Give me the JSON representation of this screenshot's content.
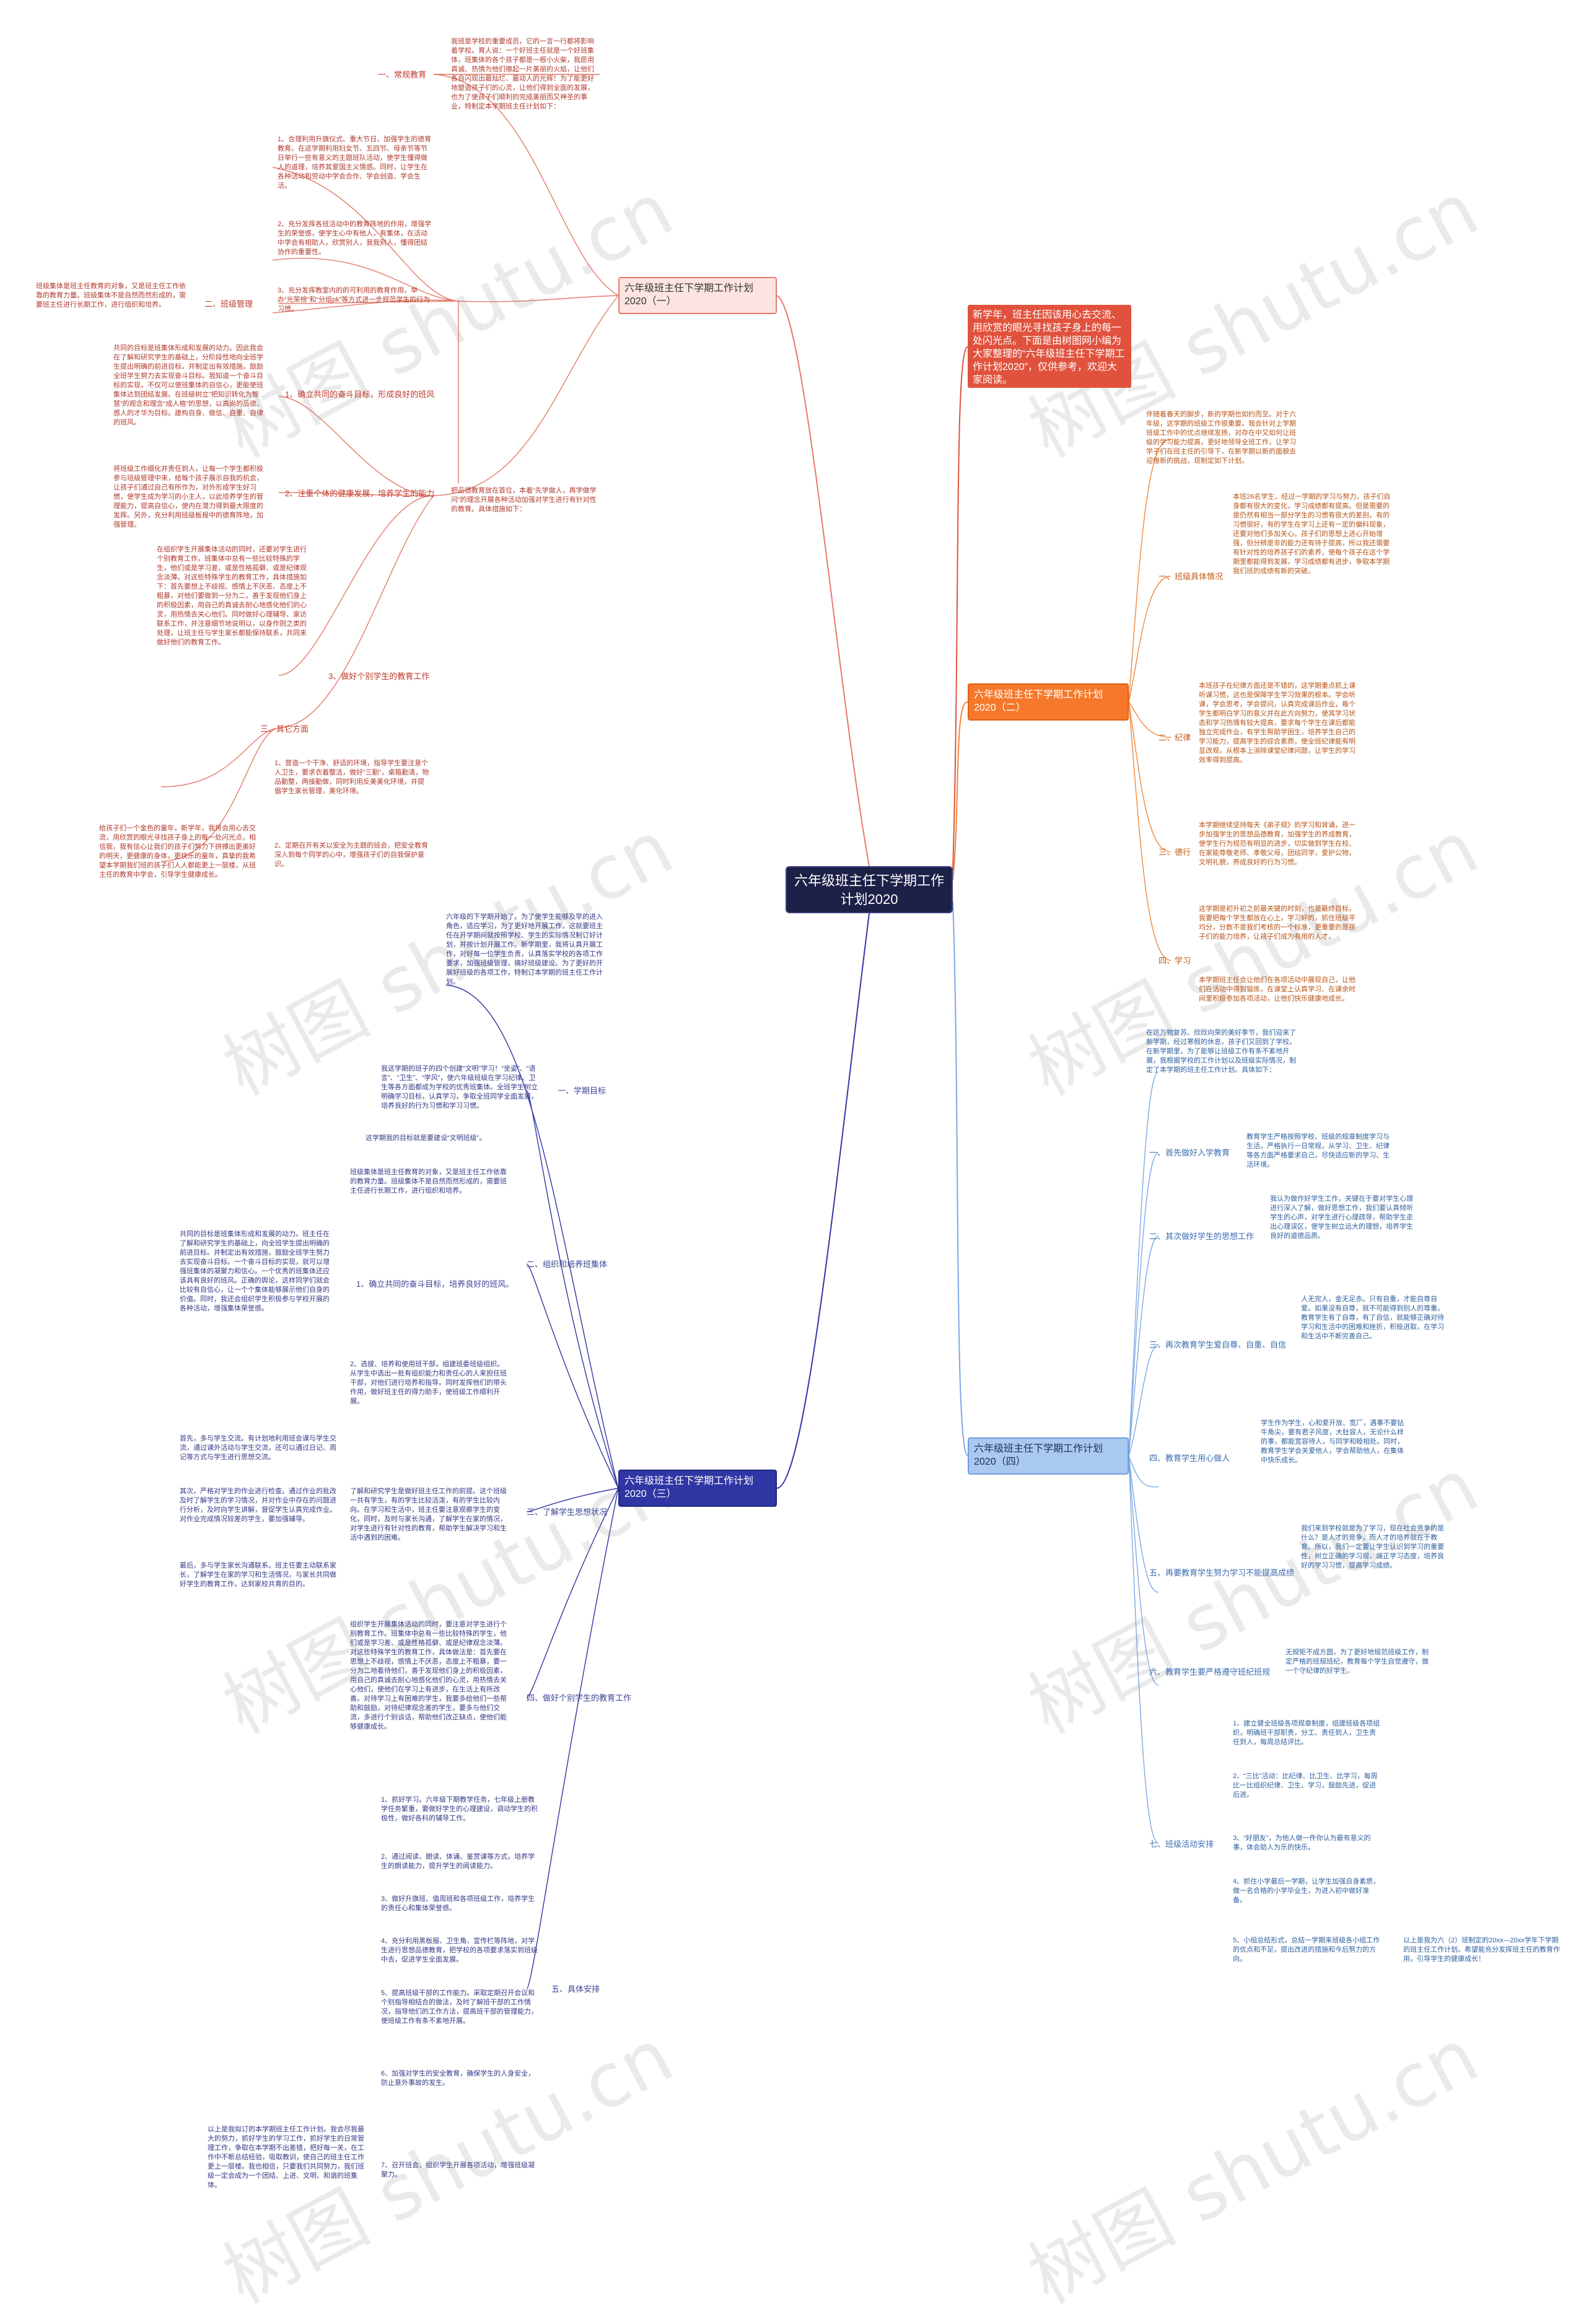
{
  "center": "六年级班主任下学期工作计划2020",
  "intro": "新学年，班主任因该用心去交流、用欣赏的眼光寻找孩子身上的每一处闪光点。下面是由树图网小编为大家整理的“六年级班主任下学期工作计划2020”，仅供参考，欢迎大家阅读。",
  "watermark": "树图 shutu.cn",
  "branches": {
    "b1": {
      "title": "六年级班主任下学期工作计划2020（一）",
      "s_zhuti": "把品德教育放在首位，本着“先学做人，再学做学问”的理念开展各种活动加强对学生进行有针对性的教育。具体措施如下：",
      "s_changgui": "一、常规教育",
      "t_changgui": "我班是学校的重要成员，它的一言一行都将影响着学校。育人说：一个好班主任就是一个好班集体，班集体的各个孩子都是一根小火柴，我愿用真诚、热情为他们擦起一片美丽的火焰，让他们各自闪现出最灿烂、最动人的光辉！为了能更好地塑造孩子们的心灵，让他们得到全面的发展，也为了使孩子们顺利的完成美丽而又神圣的事业，特制定本学期班主任计划如下：",
      "s_banji": "二、班级管理",
      "t_banji": "班级集体是班主任教育的对象，又是班主任工作依靠的教育力量。班级集体不是自然而然形成的，需要班主任进行长期工作，进行组织和培养。",
      "s_1": "1、确立共同的奋斗目标，形成良好的班风",
      "t_1": "共同的目标是班集体形成和发展的动力。因此我会在了解和研究学生的基础上，分阶段性地向全班学生提出明确的前进目标。并制定出有效措施。鼓励全班学生努力去实现奋斗目标。我知道一个奋斗目标的实现，不仅可以使班集体的自信心，更能使班集体达到团结发展。在班级树立“把知识转化为智慧”的观念和理念“成人格”的思想，以高尚的品德、感人的才华为目标。建构自身、做信、自重、自律的班风。",
      "s_1a": "1、合理利用升旗仪式、重大节日、加强学生的德育教育。在这学期利用妇女节、五四节、母亲节等节日举行一些有意义的主题班队活动，使学生懂得做人的道理，培养其爱国主义情感。同时，让学生在各种活动和劳动中学会合作、学会创造、学会生活。",
      "s_1b": "2、充分发挥各班活动中的教育阵地的作用，增强学生的荣誉感，使学生心中有他人，有集体，在活动中学会有相助人，欣赏别人，我我别人，懂得团结协作的重要性。",
      "s_1c": "3、充分发挥教室内的的可利用的教育作用，举办“光荣榜”和“分组pk”等方式进一步规范学生的行为习惯。",
      "s_2": "2、注重个体的健康发展，培养学生的能力",
      "t_2": "将班级工作细化并责任到人，让每一个学生都积极参与班级管理中来，给每个孩子展示自我的机会，让孩子们通过自己有所作为，对外形成学生好习惯，使学生成为学习的小主人，以此培养学生的管理能力，提高自信心，使内在潜力得到最大限度的发挥。另外，充分利用班级板报中的德育阵地，加强管理。",
      "s_3": "3、做好个别学生的教育工作",
      "t_3": "在组织学生开展集体活动的同时，还要对学生进行个别教育工作。班集体中总有一些比较特殊的学生，他们或是学习差、或是性格孤僻、或是纪律观念淡薄。对这些特殊学生的教育工作，具体措施如下：首先要想上不歧视、感情上不厌恶、态度上不粗暴，对他们要做到一分为二，善于发现他们身上的积极因素，用自己的真诚去耐心地感化他们的心灵，用热情去关心他们。同时做好心理辅导、家访联系工作，并注意细节地说明以，以身作则之类的处理，让班主任与学生家长都能保持联系，共同来做好他们的教育工作。",
      "s_qi": "三、其它方面",
      "s_qi1": "1、营造一个干净、舒适的环境，指导学生要注意个人卫生，要求衣着整洁，做好“三勤”，桌箱勤清，物品勤整，两操勤做，同时利用反美美化环境，并提倡学生家长管理，美化环境。",
      "s_qi2": "2、定期召开有关以安全为主题的班会，把安全教育深入到每个同学的心中，增强孩子们的自我保护意识。",
      "t_qi": "给孩子们一个金色的童年，新学年，我将会用心去交流，用欣赏的眼光寻找孩子身上的每一处闪光点，相信我，我有信心让我们的孩子们努力下拼搏出更美好的明天，更健康的身体，更快乐的童年，真挚的我希望本学期我们班的孩子们人人都能更上一层楼，从班主任的教育中学会，引导学生健康成长。"
    },
    "b2": {
      "title": "六年级班主任下学期工作计划2020（二）",
      "t_top": "伴随着春天的脚步，新的学期也如约而至。对于六年级，这学期的班级工作很重要。我会针对上学期班级工作中的优点继续发扬，对存在中又如何让班级的学习能力提高，更好地领导全班工作，让学习学子们在班主任的引导下，在新学期以新的面貌去迎接新的挑战，现制定如下计划。",
      "s_1": "一、班级具体情况",
      "t_1": "本班26名学生，经过一学期的学习与努力，孩子们自身都有很大的变化，学习成绩都有提高。但是需要的是仍然有相当一部分学生的习惯有很大的差别，有的习惯很好，有的学生在学习上还有一定的偏科现象，还要对他们多加关心。孩子们的思想上进心开始增强，但分辨是非的能力还有待于提高，所以我还需要有针对性的培养孩子们的素养，使每个孩子在这个学期里都能得到发展，学习成绩都有进步，争取本学期我们班的成绩有新的突破。",
      "s_2": "二、纪律",
      "t_2": "本班孩子在纪律方面还是不错的，这学期重点抓上课听课习惯，这也是保障学生学习效果的根本。学会听课，学会思考，学会提问，认真完成课后作业，每个学生都明白学习的意义并在此方向努力，使其学习状态和学习热情有较大提高，要求每个学生在课后都能独立完成作业，有学生帮助学困生，培养学生自己的学习能力，提高学生的综合素质，使全班纪律能有明显改观，从根本上消除课堂纪律问题，让学生的学习效率得到提高。",
      "s_3": "三、德行",
      "t_3": "本学期继续坚持每天《弟子规》的学习和背诵，进一步加强学生的思想品德教育，加强学生的养成教育，使学生行为规范有明显的进步，切实做到学生在校、在家能尊敬老师、孝敬父母，团结同学，爱护公物，文明礼貌，养成良好的行为习惯。",
      "s_4": "四、学习",
      "t_4": "这学期是初升初之前最关键的时刻，也是最终目标，我要把每个学生都放在心上，学习好的，抓住班级平均分，分数不是我们考核的一个标准，更重要的是孩子们的能力培养，让孩子们成为有用的人才。",
      "t_4b": "本学期班主任会让他们在各项活动中展现自己，让他们在活动中得到锻炼，在课堂上认真学习、在课余时间里积极参加各项活动，让他们快乐健康地成长。"
    },
    "b3": {
      "title": "六年级班主任下学期工作计划2020（三）",
      "t_top": "六年级的下学期开始了。为了使学生能够及早的进入角色，适应学习，为了更好地开展工作，这就要班主任在开学期间就按照学校、学生的实际情况制订好计划，并按计划开展工作。新学期里，我将认真开展工作，对好每一位学生负责，认真落实学校的各项工作要求，加强班级管理，搞好班级建设。为了更好的开展好班级的各项工作，特制订本学期的班主任工作计划。",
      "s_1": "一、学期目标",
      "t_1": "我这学期的班子的四个创建“文明”学习！“坐姿”、“语言”、“卫生”、“学风”，使六年级班级在学习纪律、卫生等各方面都成为学校的优秀班集体。全班学生树立明确学习目标，认真学习，争取全班同学全面发展，培养良好的行为习惯和学习习惯。",
      "t_1b": "这学期我的目标就是要建设“文明班级”。",
      "s_2": "二、组织和培养班集体",
      "t_2": "班级集体是班主任教育的对象，又是班主任工作依靠的教育力量。班级集体不是自然而然形成的，需要班主任进行长期工作，进行组织和培养。",
      "s_2a": "1、确立共同的奋斗目标，培养良好的班风。",
      "t_2a": "共同的目标是班集体形成和发展的动力。班主任在了解和研究学生的基础上，向全班学生提出明确的前进目标。并制定出有效措施，鼓励全班学生努力去实现奋斗目标。一个奋斗目标的实现，就可以增强班集体的凝聚力和信心。一个优秀的班集体还应该具有良好的班风。正确的舆论，这样同学们就会比较有自信心，让一个个集体能够展示他们自身的价值。同时，我还会组织学生积极参与学校开展的各种活动，增强集体荣誉感。",
      "s_2b": "2、选拔、培养和使用班干部，组建班委班级组织。从学生中选出一批有组织能力和责任心的人来担任班干部，对他们进行培养和指导。同时发挥他们的带头作用，做好班主任的得力助手，使班级工作顺利开展。",
      "s_3": "三、了解学生思想状况",
      "t_3": "了解和研究学生是做好班主任工作的前提。这个班级一共有学生，有的学生比较活泼，有的学生比较内向。在学习和生活中，班主任要注意观察学生的变化，同时，及时与家长沟通，了解学生在家的情况，对学生进行有针对性的教育，帮助学生解决学习和生活中遇到的困难。",
      "t_3a": "首先，多与学生交流。有计划地利用班会课与学生交流，通过课外活动与学生交流，还可以通过日记、周记等方式与学生进行思想交流。",
      "t_3b": "其次，严格对学生的作业进行检查。通过作业的批改及时了解学生的学习情况，并对作业中存在的问题进行分析，及时向学生讲解，督促学生认真完成作业。对作业完成情况较差的学生，要加强辅导。",
      "t_3c": "最后，多与学生家长沟通联系。班主任要主动联系家长，了解学生在家的学习和生活情况，与家长共同做好学生的教育工作，达到家校共育的目的。",
      "s_4": "四、做好个别学生的教育工作",
      "t_4": "组织学生开展集体活动的同时，要注意对学生进行个别教育工作。班集体中总有一些比较特殊的学生，他们或是学习差、或是性格孤僻、或是纪律观念淡薄。对这些特殊学生的教育工作，具体做法是：首先要在思想上不歧视，感情上不厌恶，态度上不粗暴，要一分为二地看待他们，善于发现他们身上的积极因素，用自己的真诚去耐心地感化他们的心灵，用热情去关心他们，使他们在学习上有进步，在生活上有所改善。对待学习上有困难的学生，我要多给他们一些帮助和鼓励，对待纪律观念差的学生，要多与他们交流，多进行个别谈话，帮助他们改正缺点，使他们能够健康成长。",
      "s_5": "五、具体安排",
      "t_5a": "1、抓好学习。六年级下期教学任务，七年级上册教学任务繁重，要做好学生的心理建设，调动学生的积极性，做好各科的辅导工作。",
      "t_5b": "2、通过阅读、朗读、体诵、鉴赏课等方式，培养学生的朗读能力，提升学生的阅读能力。",
      "t_5c": "3、做好升旗班、值周班和各项班级工作，培养学生的责任心和集体荣誉感。",
      "t_5d": "4、充分利用黑板报、卫生角、宣传栏等阵地，对学生进行思想品德教育，把学校的各项要求落实到班级中去，促进学生全面发展。",
      "t_5e": "5、提高班级干部的工作能力。采取定期召开会议和个别指导相结合的做法，及时了解班干部的工作情况，指导他们的工作方法，提高班干部的管理能力，使班级工作有条不紊地开展。",
      "t_5f": "6、加强对学生的安全教育，确保学生的人身安全，防止意外事故的发生。",
      "t_5g": "7、召开班会、组织学生开展各项活动，增强班级凝聚力。",
      "t_end": "以上是我拟订的本学期班主任工作计划。我会尽我最大的努力，抓好学生的学习工作，抓好学生的日常管理工作，争取在本学期不出差错，把好每一关，在工作中不断总结经验，吸取教训，使自己的班主任工作更上一层楼。我也相信，只要我们共同努力，我们班级一定会成为一个团结、上进、文明、和谐的班集体。"
    },
    "b4": {
      "title": "六年级班主任下学期工作计划2020（四）",
      "t_top": "在这万物复苏、欣欣向荣的美好季节，我们迎来了新学期，经过寒假的休息，孩子们又回到了学校。在新学期里，为了能够让班级工作有条不紊地开展，我根据学校的工作计划以及班级实际情况，制定了本学期的班主任工作计划。具体如下：",
      "s_1": "一、首先做好入学教育",
      "t_1": "教育学生严格按照学校、班级的规章制度学习与生活，严格执行一日常规，从学习、卫生、纪律等各方面严格要求自己，尽快适应新的学习、生活环境。",
      "s_2": "二、其次做好学生的思想工作",
      "t_2": "我认为做作好学生工作，关键在于要对学生心理进行深入了解，做好思想工作，我们要认真倾听学生的心声，对学生进行心理疏导，帮助学生走出心理误区，使学生树立远大的理想，培养学生良好的道德品质。",
      "s_3": "三、再次教育学生爱自尊、自重、自信",
      "t_3": "人无完人，金无足赤。只有自重，才能自尊自爱。如果没有自尊，就不可能得到别人的尊重。教育学生有了自尊，有了自信，就能够正确对待学习和生活中的困难和挫折，积极进取，在学习和生活中不断完善自己。",
      "s_4": "四、教育学生用心做人",
      "t_4": "学生作为学生，心和爱开放、宽厂，遇事不要钻牛角尖，要有君子风度，大肚容人，无论什么样的事，都能宽容待人，与同学和睦相处。同时，教育学生学会关爱他人，学会帮助他人，在集体中快乐成长。",
      "s_5": "五、再要教育学生努力学习不能提高成绩",
      "t_5": "我们来到学校就是为了学习，现在社会竞争的是什么？是人才的竞争，而人才的培养就在于教育。所以，我们一定要让学生认识到学习的重要性，树立正确的学习观，端正学习态度，培养良好的学习习惯，提高学习成绩。",
      "s_6": "六、教育学生要严格遵守班纪班规",
      "t_6": "无规矩不成方圆，为了更好地规范班级工作，制定严格的班规班纪，教育每个学生自觉遵守，做一个守纪律的好学生。",
      "s_7": "七、班级活动安排",
      "t_7a": "1、建立健全班级各项规章制度，组建班级各项组织，明确班干部职责，分工、责任到人，卫生责任到人，每周总结评比。",
      "t_7b": "2、“三比”活动：比纪律、比卫生、比学习，每周比一比组织纪律、卫生、学习，鼓励先进，促进后进。",
      "t_7c": "3、“好朋友”，为他人做一件你认为最有意义的事，体会助人为乐的快乐。",
      "t_7d": "4、抓住小学最后一学期，让学生加强自身素质，做一名合格的小学毕业生，为进入初中做好准备。",
      "t_7e": "5、小组总结形式，总结一学期来班级各小组工作的优点和不足，提出改进的措施和今后努力的方向。",
      "t_end": "以上是我为六（2）班制定的20xx—20xx学年下学期的班主任工作计划。希望能充分发挥班主任的教育作用，引导学生的健康成长！"
    }
  }
}
